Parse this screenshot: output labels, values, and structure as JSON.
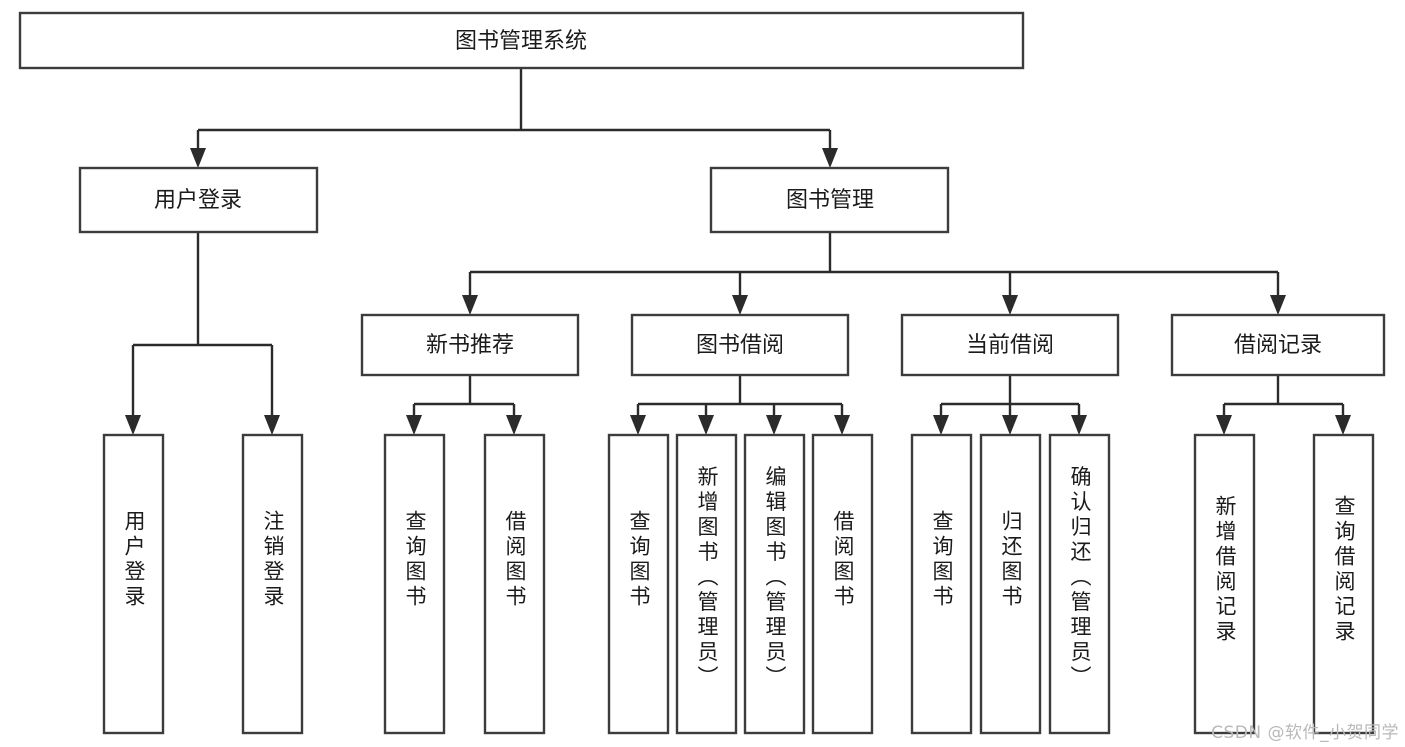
{
  "diagram": {
    "title": "图书管理系统",
    "type": "hierarchy-tree",
    "orientation": "top-down",
    "levels": 4,
    "root": {
      "id": "root",
      "label": "图书管理系统",
      "text_direction": "horizontal"
    },
    "level2": [
      {
        "id": "user-login",
        "label": "用户登录",
        "text_direction": "horizontal"
      },
      {
        "id": "book-manage",
        "label": "图书管理",
        "text_direction": "horizontal"
      }
    ],
    "level3": [
      {
        "id": "new-book-recommend",
        "label": "新书推荐",
        "text_direction": "horizontal",
        "parent": "book-manage"
      },
      {
        "id": "book-borrow",
        "label": "图书借阅",
        "text_direction": "horizontal",
        "parent": "book-manage"
      },
      {
        "id": "current-borrow",
        "label": "当前借阅",
        "text_direction": "horizontal",
        "parent": "book-manage"
      },
      {
        "id": "borrow-record",
        "label": "借阅记录",
        "text_direction": "horizontal",
        "parent": "book-manage"
      }
    ],
    "leaves": {
      "user-login": [
        {
          "id": "leaf-user-login",
          "label": "用户登录",
          "text_direction": "vertical"
        },
        {
          "id": "leaf-logout-login",
          "label": "注销登录",
          "text_direction": "vertical"
        }
      ],
      "new-book-recommend": [
        {
          "id": "leaf-query-book-1",
          "label": "查询图书",
          "text_direction": "vertical"
        },
        {
          "id": "leaf-borrow-book-1",
          "label": "借阅图书",
          "text_direction": "vertical"
        }
      ],
      "book-borrow": [
        {
          "id": "leaf-query-book-2",
          "label": "查询图书",
          "text_direction": "vertical"
        },
        {
          "id": "leaf-add-book",
          "label": "新增图书（管理员）",
          "text_direction": "vertical"
        },
        {
          "id": "leaf-edit-book",
          "label": "编辑图书（管理员）",
          "text_direction": "vertical"
        },
        {
          "id": "leaf-borrow-book-2",
          "label": "借阅图书",
          "text_direction": "vertical"
        }
      ],
      "current-borrow": [
        {
          "id": "leaf-query-book-3",
          "label": "查询图书",
          "text_direction": "vertical"
        },
        {
          "id": "leaf-return-book",
          "label": "归还图书",
          "text_direction": "vertical"
        },
        {
          "id": "leaf-confirm-return",
          "label": "确认归还（管理员）",
          "text_direction": "vertical"
        }
      ],
      "borrow-record": [
        {
          "id": "leaf-add-record",
          "label": "新增借阅记录",
          "text_direction": "vertical"
        },
        {
          "id": "leaf-query-record",
          "label": "查询借阅记录",
          "text_direction": "vertical"
        }
      ]
    },
    "colors": {
      "box_fill": "#ffffff",
      "box_stroke": "#3c3c3c",
      "line": "#2b2b2b",
      "text": "#1b1b1b",
      "background": "#ffffff",
      "watermark": "#b9b9b9"
    }
  },
  "watermark": {
    "text": "CSDN @软件_小贺同学"
  }
}
